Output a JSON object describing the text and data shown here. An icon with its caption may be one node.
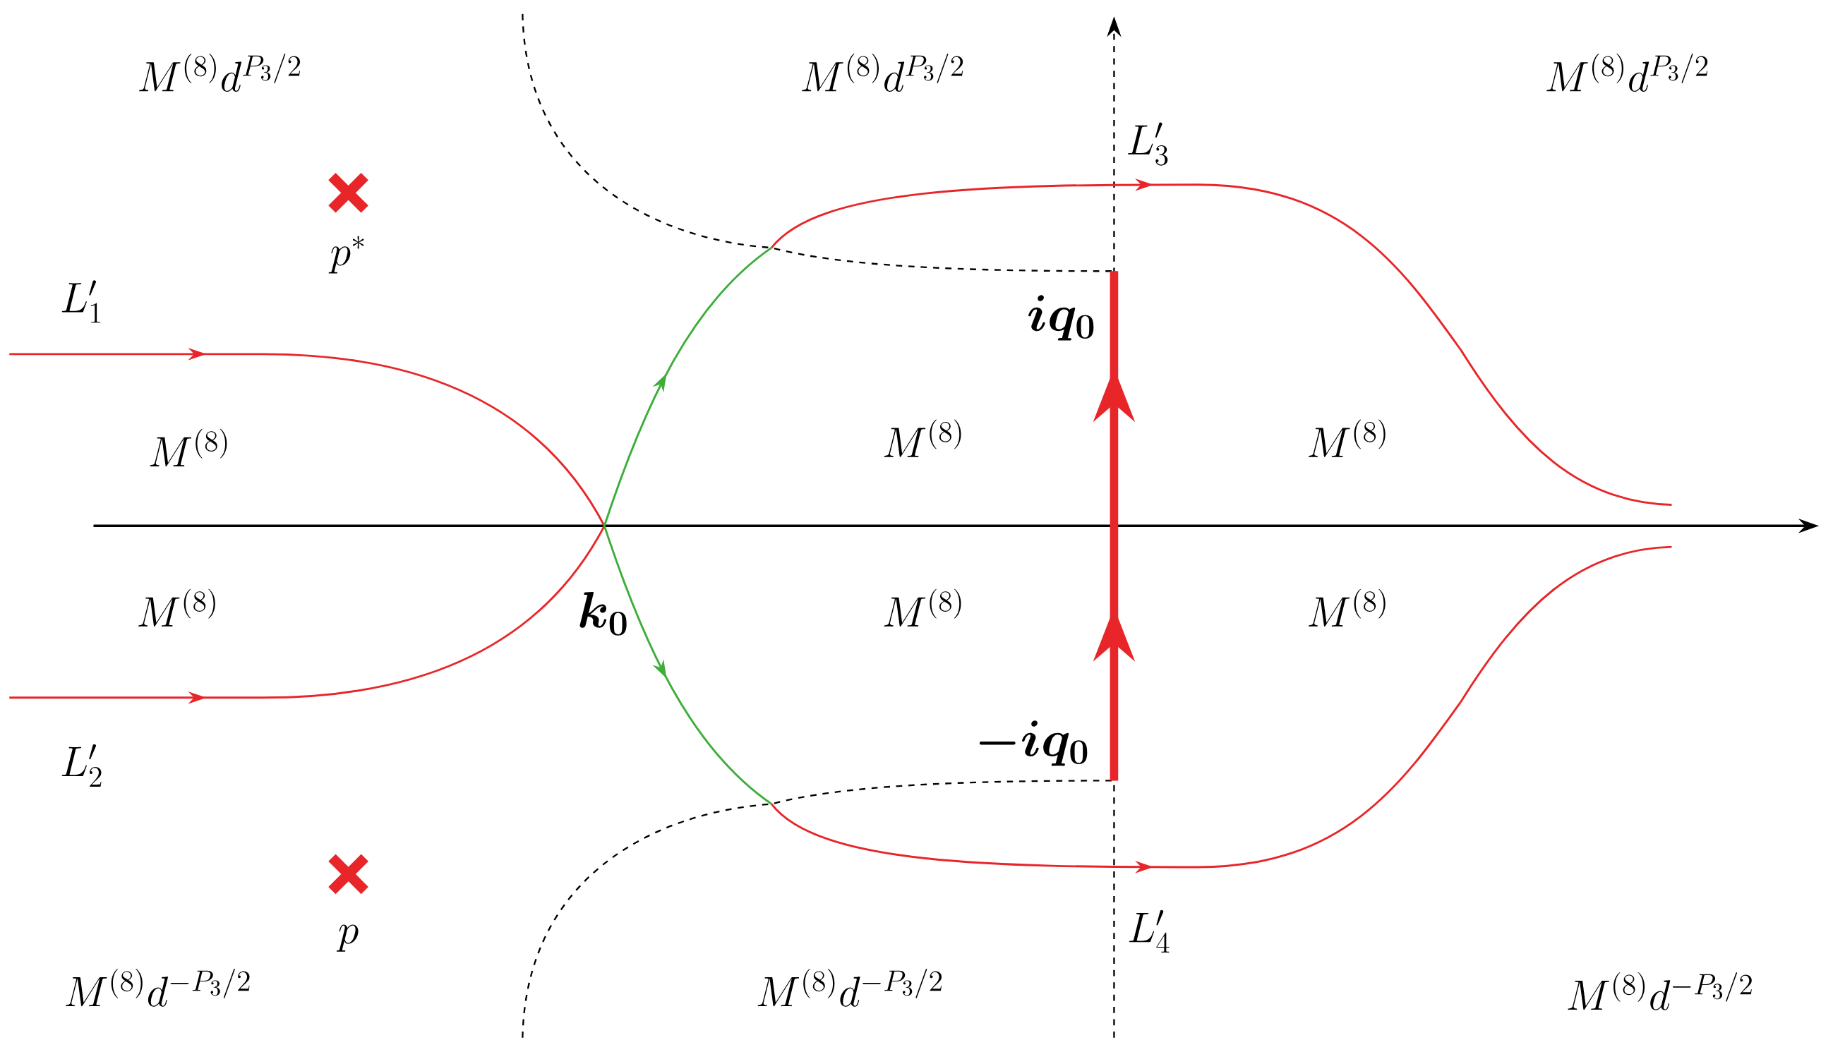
{
  "diagram": {
    "labels": [
      "M^{(8)}d^{P_3/2}",
      "M^{(8)}d^{P_3/2}",
      "M^{(8)}d^{P_3/2}",
      "L'_1",
      "p^*",
      "L'_3",
      "iq_0",
      "M^{(8)}",
      "M^{(8)}",
      "M^{(8)}",
      "M^{(8)}",
      "k_0",
      "M^{(8)}",
      "M^{(8)}",
      "-iq_0",
      "L'_2",
      "L'_4",
      "p",
      "M^{(8)}d^{-P_3/2}",
      "M^{(8)}d^{-P_3/2}",
      "M^{(8)}d^{-P_3/2}"
    ]
  }
}
